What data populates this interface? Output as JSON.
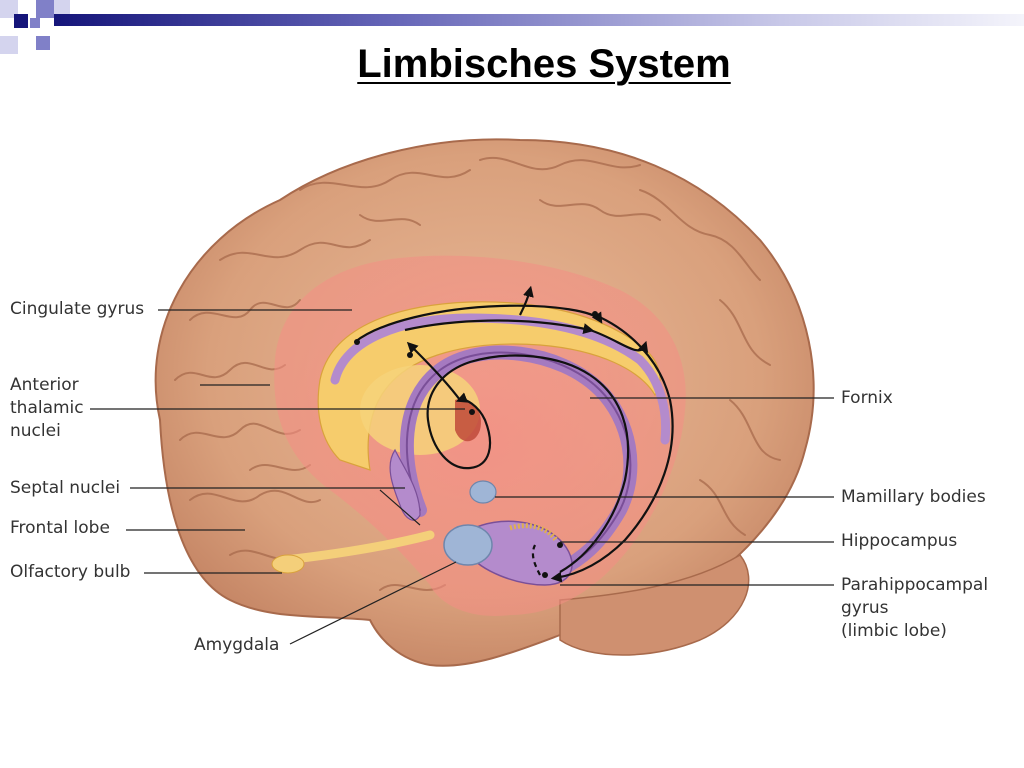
{
  "slide": {
    "title": "Limbisches System"
  },
  "colors": {
    "band_dark": "#15157a",
    "band_mid": "#8080c8",
    "band_light": "#d4d4ee",
    "brain": "#d9a07c",
    "brain_dark": "#a86a4c",
    "limbic_glow": "#f0817a",
    "corpus_callosum": "#f6cc6c",
    "fornix": "#a57ac0",
    "amygdala": "#9fb5d6"
  },
  "labels": {
    "cingulate_gyrus": "Cingulate gyrus",
    "anterior_thalamic_nuclei": [
      "Anterior",
      "thalamic",
      "nuclei"
    ],
    "septal_nuclei": "Septal nuclei",
    "frontal_lobe": "Frontal lobe",
    "olfactory_bulb": "Olfactory bulb",
    "amygdala": "Amygdala",
    "fornix": "Fornix",
    "mamillary_bodies": "Mamillary bodies",
    "hippocampus": "Hippocampus",
    "parahippocampal_gyrus": [
      "Parahippocampal",
      "gyrus",
      "(limbic lobe)"
    ]
  }
}
